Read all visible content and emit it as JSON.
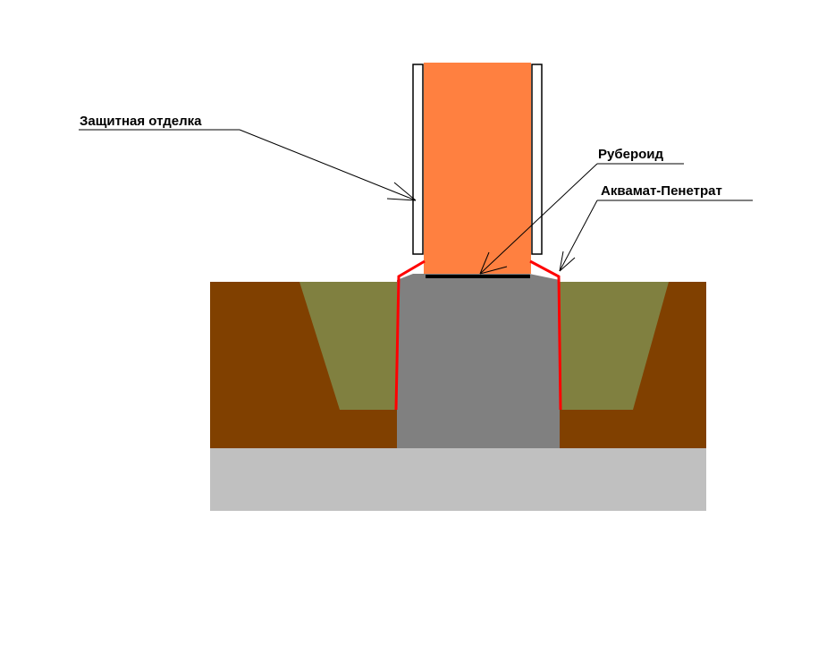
{
  "labels": {
    "protective_finish": "Защитная отделка",
    "roofing_felt": "Рубероид",
    "aquamat_penetrat": "Аквамат-Пенетрат"
  },
  "colors": {
    "background": "#ffffff",
    "wall_brick": "#FF8040",
    "foundation_concrete": "#808080",
    "soil": "#804000",
    "backfill": "#808040",
    "base_layer": "#C0C0C0",
    "waterproofing_line": "#FF0000",
    "roofing_felt_line": "#000000",
    "finish_panel_fill": "#ffffff",
    "finish_panel_stroke": "#000000",
    "leader_line": "#000000"
  }
}
